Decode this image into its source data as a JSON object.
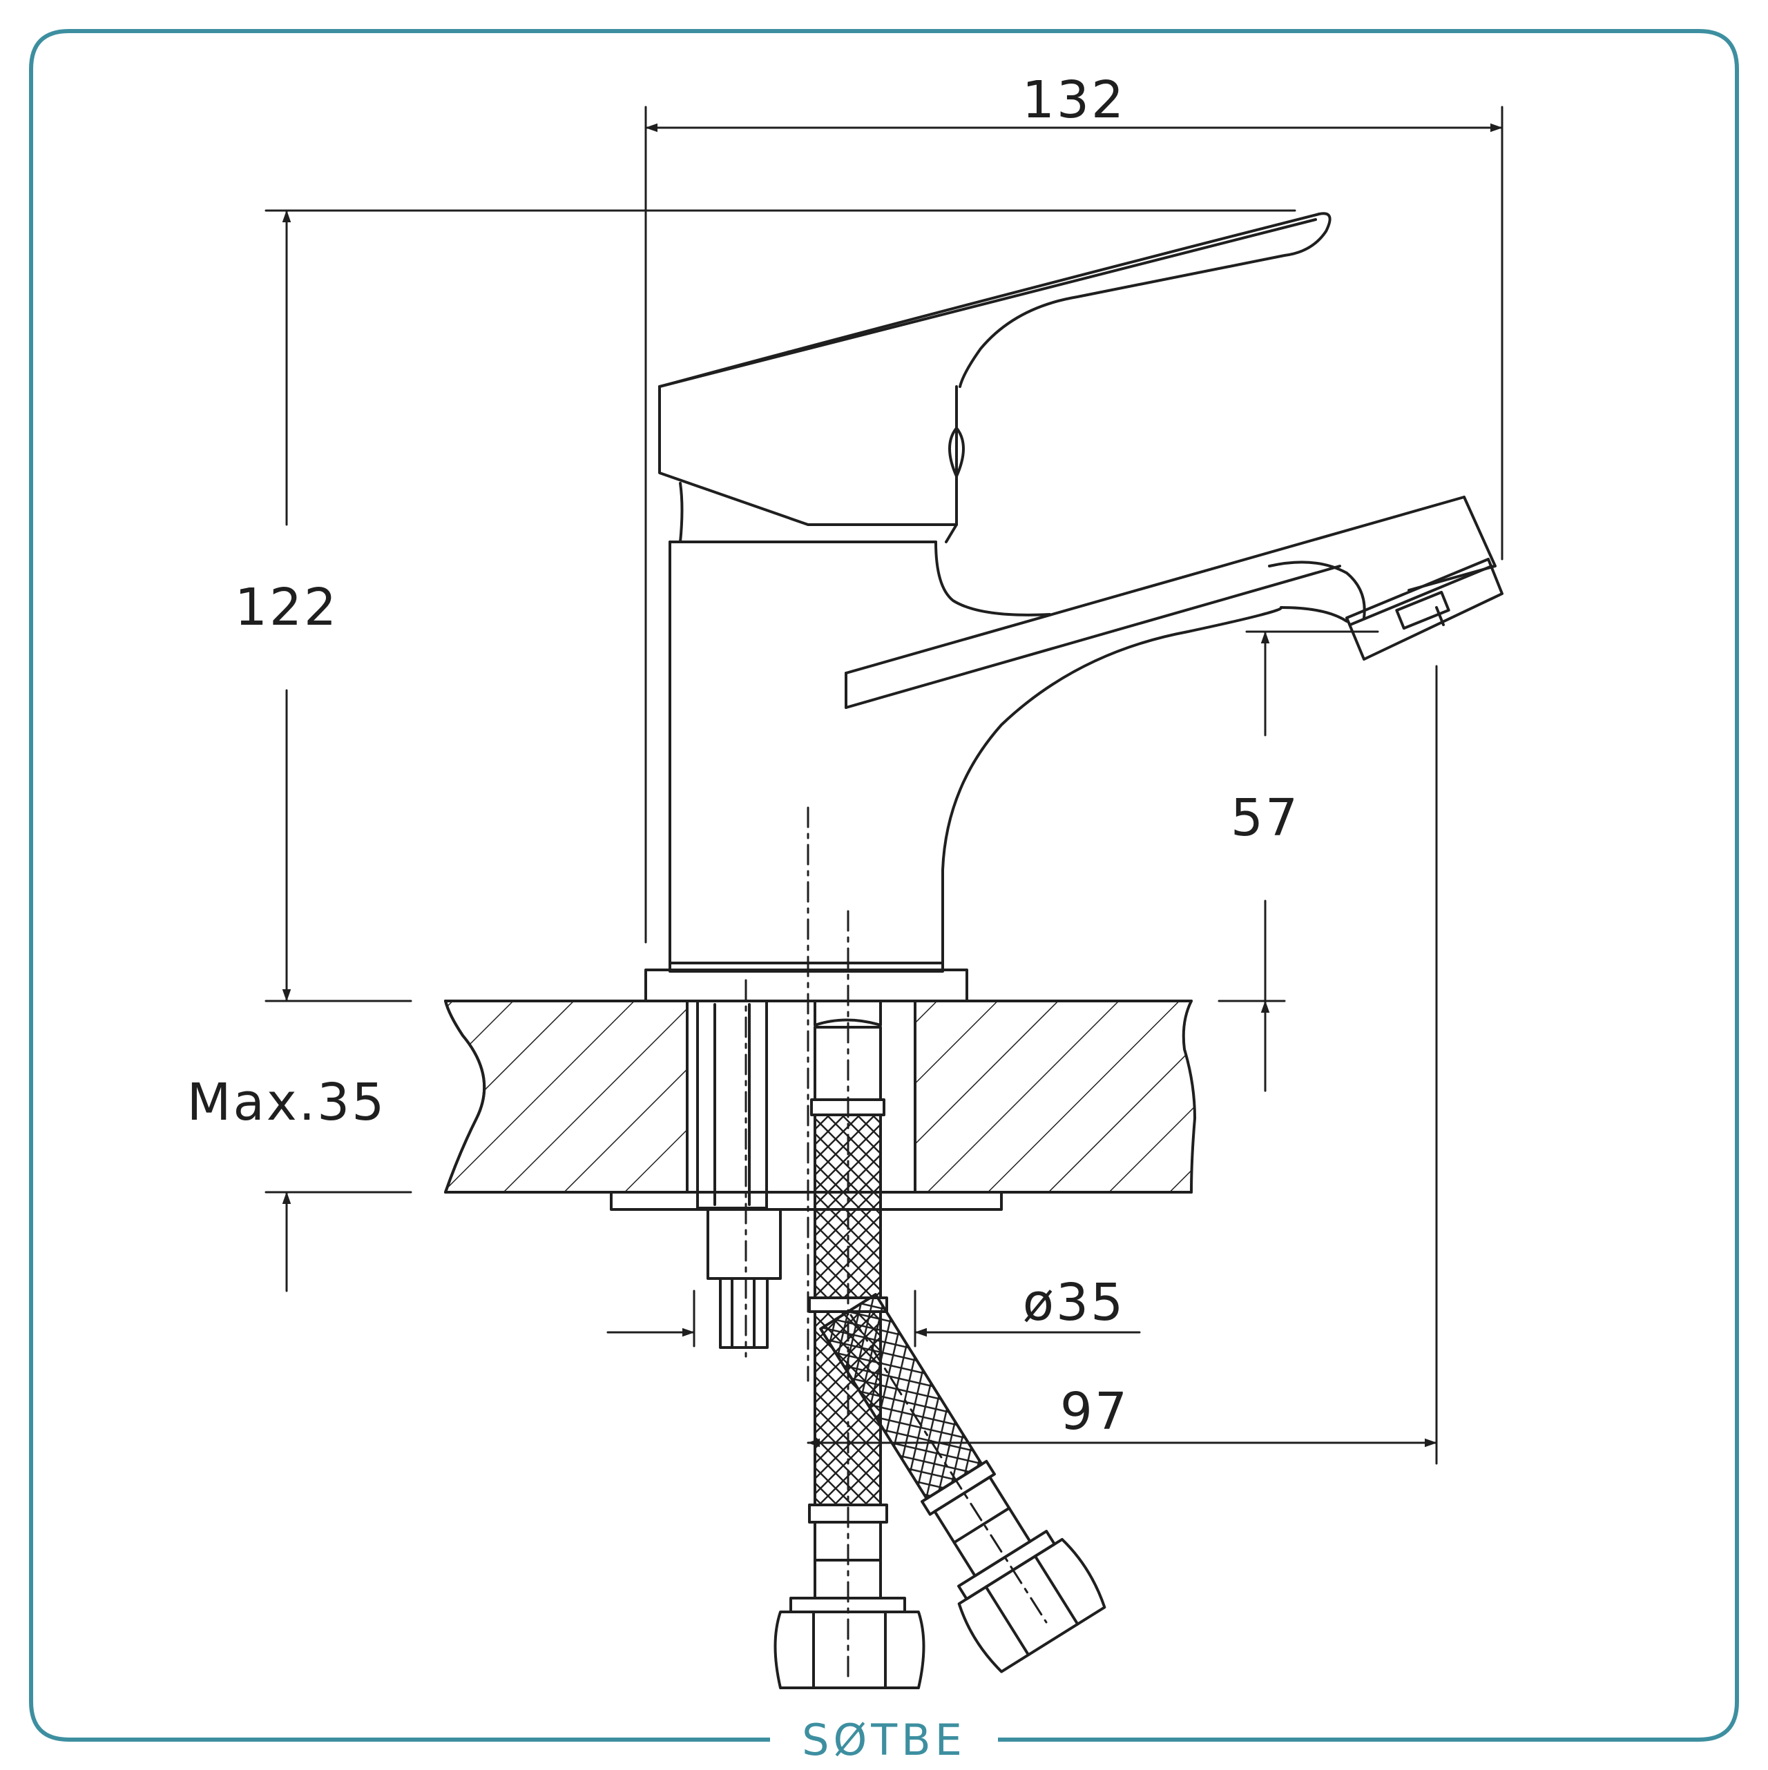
{
  "diagram": {
    "brand": "SØTBE",
    "dimensions": {
      "total_width": "132",
      "total_height": "122",
      "spout_height": "57",
      "max_deck_thickness": "Max.35",
      "hole_diameter": "ø35",
      "spout_reach": "97"
    }
  },
  "colors": {
    "frame": "#3d8fa0",
    "brand": "#3d8fa0",
    "line": "#1f1f1f",
    "background": "#ffffff"
  }
}
